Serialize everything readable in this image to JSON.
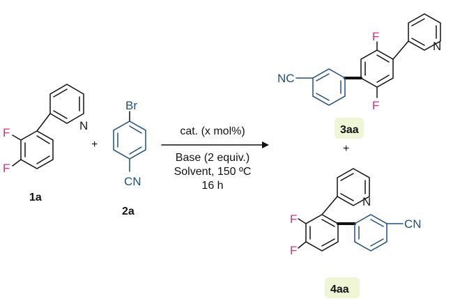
{
  "compounds": {
    "c1a": "1a",
    "c2a": "2a",
    "c3aa": "3aa",
    "c4aa": "4aa"
  },
  "atoms": {
    "F": "F",
    "N": "N",
    "Br": "Br",
    "CN": "CN",
    "NC": "NC"
  },
  "plus_sign": "+",
  "conditions": {
    "catalyst": "cat. (x mol%)",
    "base": "Base (2 equiv.)",
    "solvent_temp": "Solvent, 150 ºC",
    "time": "16 h"
  },
  "colors": {
    "fluorine": "#d6307f",
    "blue_fragment": "#1f4f7a",
    "label_highlight": "#eef6d6"
  }
}
